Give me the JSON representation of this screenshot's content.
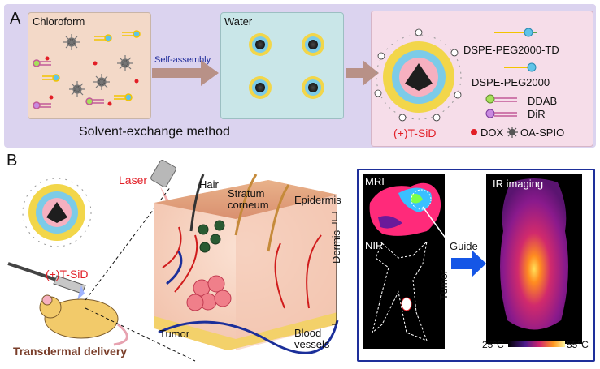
{
  "panel_a": {
    "letter": "A",
    "chloroform": "Chloroform",
    "water": "Water",
    "self_assembly": "Self-assembly",
    "method": "Solvent-exchange method",
    "legend": {
      "td": "DSPE-PEG2000-TD",
      "peg": "DSPE-PEG2000",
      "ddab": "DDAB",
      "dir": "DiR",
      "nanoparticle": "(+)T-SiD",
      "dox": "DOX",
      "spio": "OA-SPIO"
    }
  },
  "panel_b": {
    "letter": "B",
    "laser": "Laser",
    "particle": "(+)T-SiD",
    "delivery": "Transdermal delivery",
    "hair": "Hair",
    "stratum": "Stratum corneum",
    "epidermis": "Epidermis",
    "dermis": "Dermis",
    "tumor": "Tumor",
    "blood": "Blood vessels",
    "mri": "MRI",
    "nir": "NIR",
    "tumor_label": "Tumor",
    "guide": "Guide",
    "ir": "IR imaging",
    "temp_low": "25°C",
    "temp_high": "55°C"
  },
  "colors": {
    "panel_bg": "#dbd3ef",
    "chloroform_bg": "#f3d9c8",
    "water_bg": "#c9e6e8",
    "result_bg": "#f6dde9",
    "arrow": "#b89187",
    "dox": "#e21e26",
    "guide_arrow": "#1556e6",
    "frame": "#1e2f9a"
  }
}
